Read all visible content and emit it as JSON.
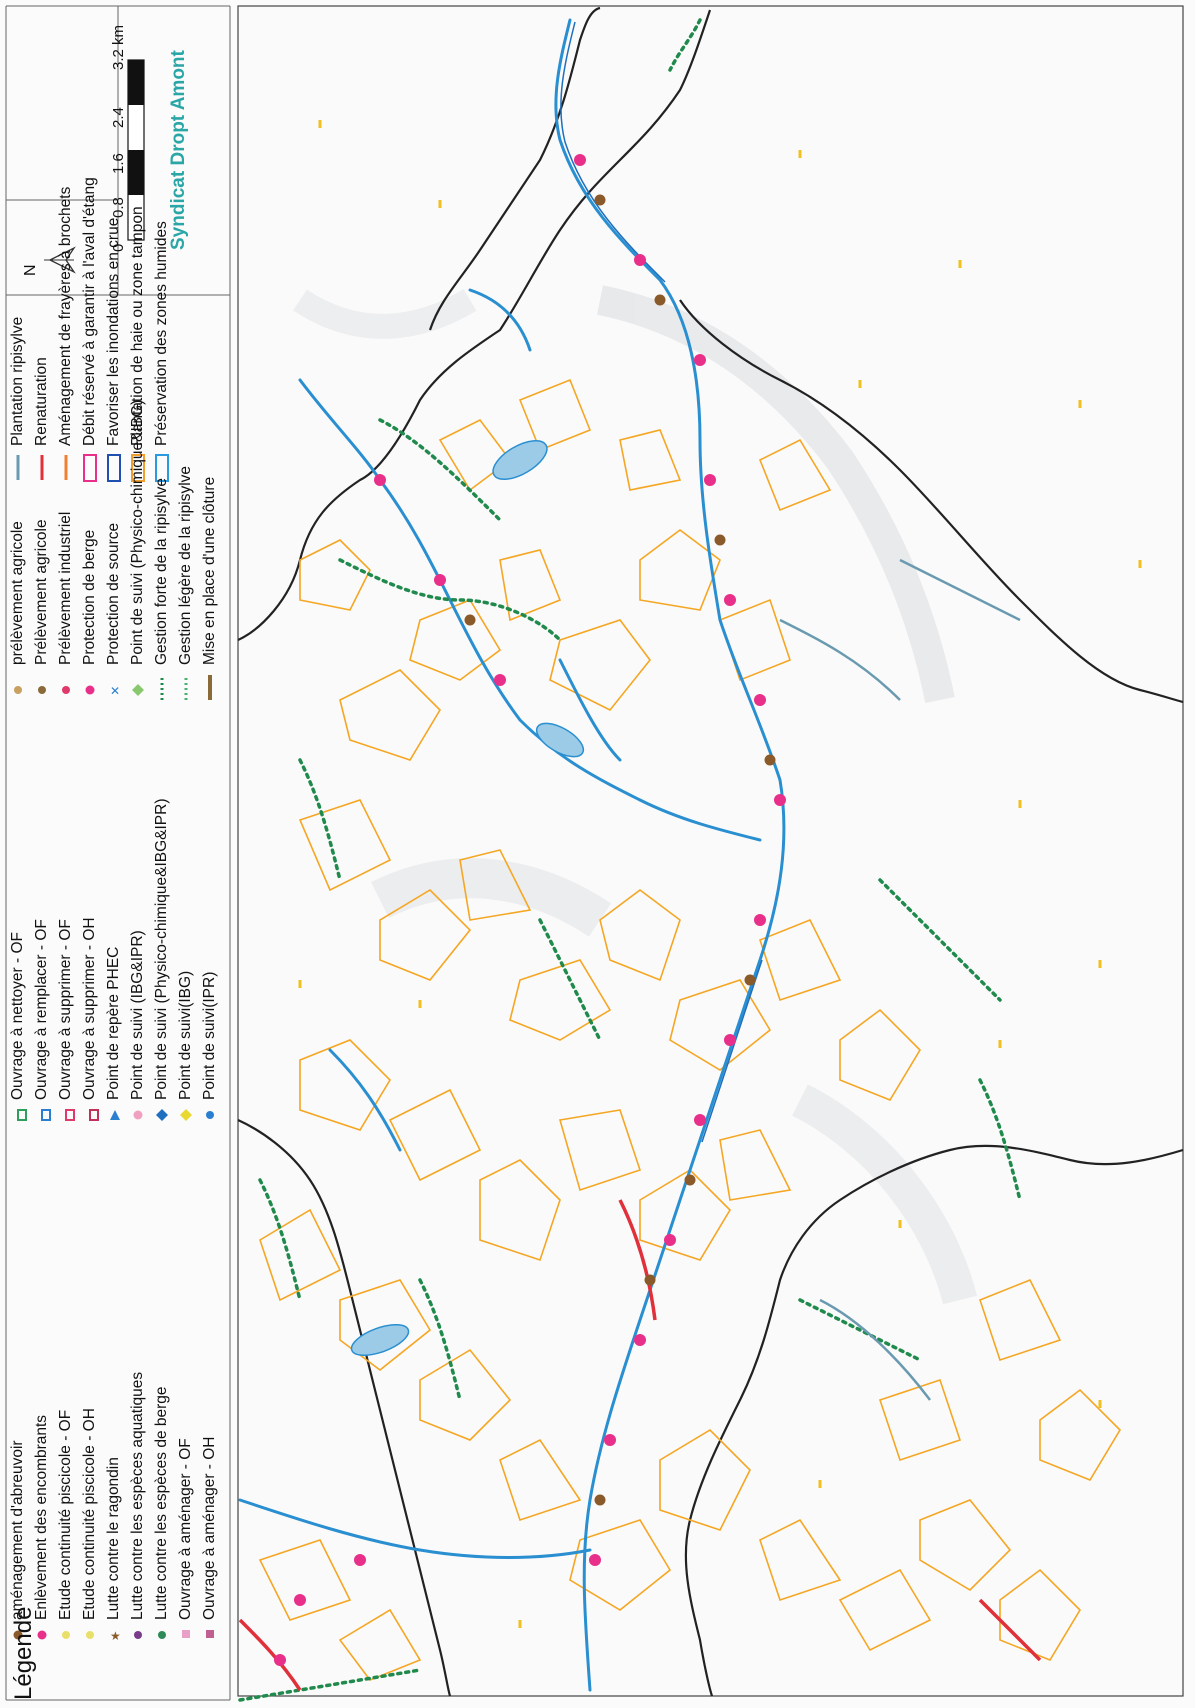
{
  "legend": {
    "title": "Légende",
    "col1": [
      {
        "label": "aménagement d'abreuvoir",
        "icon": "brown-dot-icon",
        "color": "#8b5a2b"
      },
      {
        "label": "Enlèvement des encombrants",
        "icon": "pink-dot-icon",
        "color": "#e8308a"
      },
      {
        "label": "Etude continuité piscicole - OF",
        "icon": "fish-icon",
        "color": "#e8e06a"
      },
      {
        "label": "Etude continuité piscicole - OH",
        "icon": "fish-icon",
        "color": "#e8e06a"
      },
      {
        "label": "Lutte contre le ragondin",
        "icon": "star-icon",
        "color": "#8b5a2b"
      },
      {
        "label": "Lutte contre les espèces aquatiques",
        "icon": "plant-icon",
        "color": "#7a3b8a"
      },
      {
        "label": "Lutte contre les espèces de berge",
        "icon": "leaf-icon",
        "color": "#2e8b57"
      },
      {
        "label": "Ouvrage à aménager - OF",
        "icon": "weir-icon",
        "color": "#e8a0c8"
      },
      {
        "label": "Ouvrage à aménager - OH",
        "icon": "weir-icon",
        "color": "#c06090"
      }
    ],
    "col2": [
      {
        "label": "Ouvrage à nettoyer - OF",
        "icon": "weir-icon",
        "color": "#2e9e5b"
      },
      {
        "label": "Ouvrage à remplacer - OF",
        "icon": "weir-icon",
        "color": "#2a7fd0"
      },
      {
        "label": "Ouvrage à supprimer - OF",
        "icon": "weir-icon",
        "color": "#e03a6a"
      },
      {
        "label": "Ouvrage à supprimer - OH",
        "icon": "weir-icon",
        "color": "#c0305a"
      },
      {
        "label": "Point de repère PHEC",
        "icon": "triangle-icon",
        "color": "#2a7fd0"
      },
      {
        "label": "Point de suivi (IBG&IPR)",
        "icon": "pink-dot-icon",
        "color": "#f0a0c0"
      },
      {
        "label": "Point de suivi (Physico-chimique&IBG&IPR)",
        "icon": "diamond-icon",
        "color": "#1f6fc0"
      },
      {
        "label": "Point de suivi(IBG)",
        "icon": "diamond-icon",
        "color": "#e8d830"
      },
      {
        "label": "Point de suivi(IPR)",
        "icon": "fish-icon",
        "color": "#2a7fd0"
      }
    ],
    "col3": [
      {
        "label": "prélèvement agricole",
        "icon": "tap-icon",
        "color": "#c8a060"
      },
      {
        "label": "Prélèvement agricole",
        "icon": "tap-icon",
        "color": "#8b6a3a"
      },
      {
        "label": "Prélèvement industriel",
        "icon": "tap-icon",
        "color": "#e03a6a"
      },
      {
        "label": "Protection de berge",
        "icon": "dot-pair-icon",
        "color": "#e8308a"
      },
      {
        "label": "Protection de source",
        "icon": "cross-icon",
        "color": "#2a7fd0"
      },
      {
        "label": "Point de suivi (Physico-chimique&IBG)",
        "icon": "diamond-icon",
        "color": "#8ac870"
      },
      {
        "label": "Gestion forte de la ripisylve",
        "icon": "dotted-green-line-icon",
        "color": "#1f8a4c"
      },
      {
        "label": "Gestion légère de la ripisylve",
        "icon": "dotted-line-icon",
        "color": "#4ab070"
      },
      {
        "label": "Mise en place d'une clôture",
        "icon": "brown-line-icon",
        "color": "#8b6a3a"
      }
    ],
    "col4": [
      {
        "label": "Plantation ripisylve",
        "icon": "line-icon",
        "color": "#6a9ab0"
      },
      {
        "label": "Renaturation",
        "icon": "line-icon",
        "color": "#e0303a"
      },
      {
        "label": "Aménagement de frayères à brochets",
        "icon": "line-icon",
        "color": "#f08030"
      },
      {
        "label": "Débit réservé à garantir à l'aval d'étang",
        "icon": "box-icon",
        "color": "#e8308a"
      },
      {
        "label": "Favoriser les inondations en crue",
        "icon": "box-icon",
        "color": "#1f4fb0"
      },
      {
        "label": "Plantation de haie ou zone tampon",
        "icon": "box-icon",
        "color": "#f0a030"
      },
      {
        "label": "Préservation des zones humides",
        "icon": "box-icon",
        "color": "#2a9ae0"
      }
    ]
  },
  "north_arrow": {
    "label": "N",
    "icon": "north-arrow-icon"
  },
  "scale_bar": {
    "ticks": [
      "0",
      "0.8",
      "1.6",
      "2.4",
      "3.2 km"
    ]
  },
  "title_block": {
    "syndicat": "Syndicat Dropt Amont"
  },
  "colors": {
    "accent": "#2aa6a6",
    "river": "#2a8fd0",
    "parcel": "#f5a623",
    "boundary": "#222222"
  }
}
